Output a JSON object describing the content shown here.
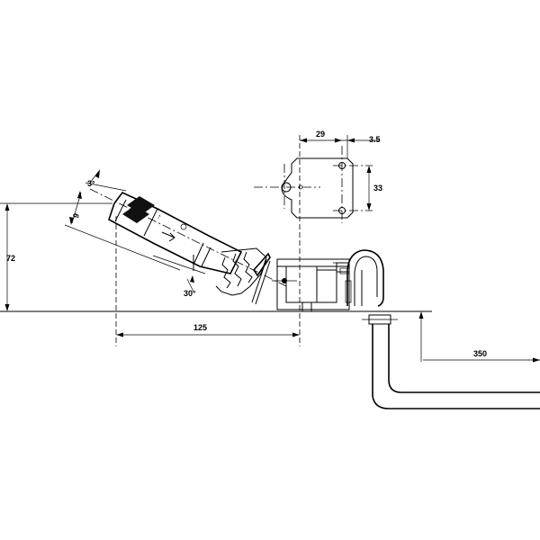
{
  "dimensions": {
    "height_72": "72",
    "length_125": "125",
    "length_350": "350",
    "angle_30": "30°",
    "angle_3": "3°",
    "width_9": "9",
    "plate_29": "29",
    "plate_3_5": "3.5",
    "plate_33": "33"
  }
}
